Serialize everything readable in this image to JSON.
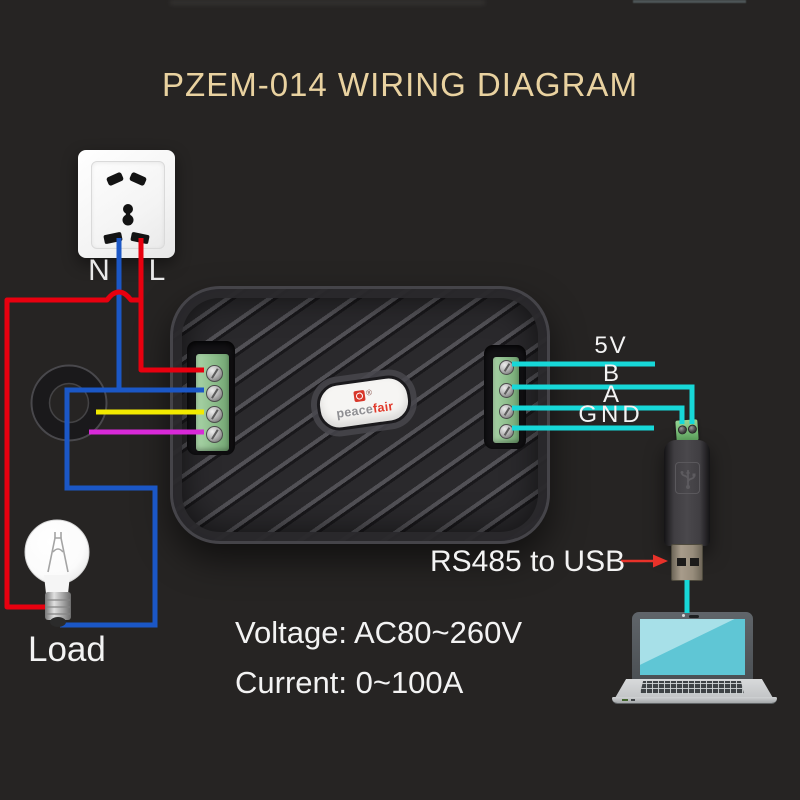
{
  "title": "PZEM-014 WIRING DIAGRAM",
  "socket": {
    "neutral": "N",
    "live": "L"
  },
  "device": {
    "brand_peace": "peace",
    "brand_fair": "fair",
    "registered": "®"
  },
  "pins": {
    "v5": "5V",
    "b": "B",
    "a": "A",
    "gnd": "GND"
  },
  "adapter": {
    "label": "RS485 to USB"
  },
  "load": {
    "label": "Load"
  },
  "specs": {
    "voltage": "Voltage: AC80~260V",
    "current": "Current: 0~100A"
  },
  "colors": {
    "background": "#262423",
    "title_gold": "#e9d2a0",
    "text_white": "#f3f3f3",
    "live_wire_red": "#e8000f",
    "neutral_wire_blue": "#1b57c6",
    "ct_wire_yellow": "#f2ea00",
    "ct_wire_magenta": "#d829d8",
    "rs485_wire_cyan": "#17d8d8",
    "terminal_green": "#8cbd8b",
    "laptop_screen_teal": "#5fc6d5"
  }
}
